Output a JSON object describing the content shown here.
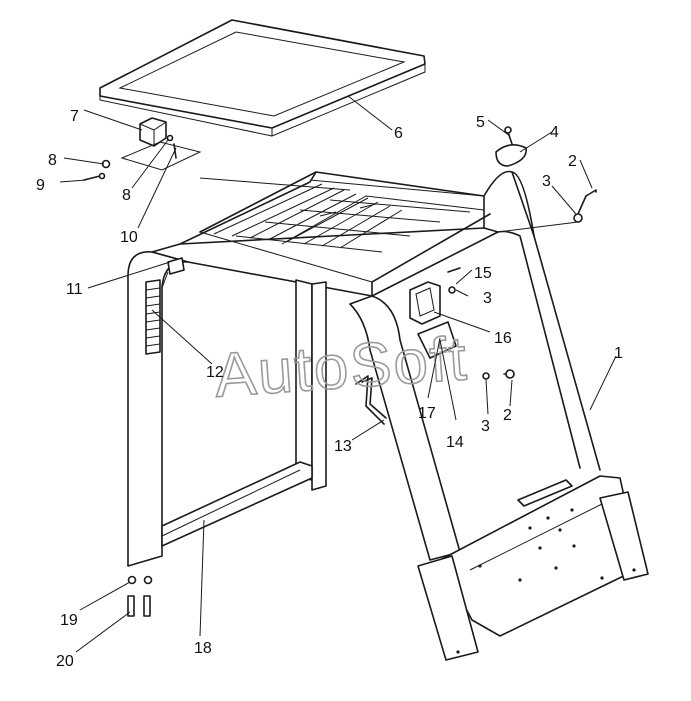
{
  "watermark": "AutoSoft",
  "callouts": {
    "c1": "1",
    "c2a": "2",
    "c2b": "2",
    "c3a": "3",
    "c3b": "3",
    "c3c": "3",
    "c4": "4",
    "c5": "5",
    "c6": "6",
    "c7": "7",
    "c8a": "8",
    "c8b": "8",
    "c9": "9",
    "c10": "10",
    "c11": "11",
    "c12": "12",
    "c13": "13",
    "c14": "14",
    "c15": "15",
    "c16": "16",
    "c17": "17",
    "c18": "18",
    "c19": "19",
    "c20": "20"
  },
  "colors": {
    "ink": "#1a1a1a",
    "watermark": "#9a9a9a",
    "background": "#ffffff"
  }
}
